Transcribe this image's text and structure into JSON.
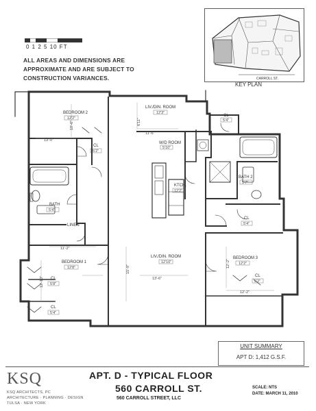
{
  "scale": {
    "ticks": "0 1 2    5     10 FT"
  },
  "notes": [
    "ALL AREAS AND DIMENSIONS ARE",
    "APPROXIMATE AND ARE SUBJECT TO",
    "CONSTRUCTION VARIANCES."
  ],
  "key_plan": {
    "label": "KEY PLAN",
    "street": "CARROLL ST."
  },
  "rooms": {
    "bedroom2": {
      "name": "BEDROOM 2",
      "size": "12'2\"",
      "dim_w": "13'-0\"",
      "dim_h": "10'-6\""
    },
    "living_top": {
      "name": "LIV./DIN. ROOM",
      "size": "12'3\"",
      "dim_w": "11'-6\"",
      "dim_h": "6'11\""
    },
    "wd_room": {
      "name": "W/D ROOM",
      "size": "5'10\""
    },
    "cl_top": {
      "name": "CL",
      "size": "5'4\""
    },
    "cl_bed2": {
      "name": "CL",
      "size": "5'2\""
    },
    "bath": {
      "name": "BATH",
      "size": "5'4\""
    },
    "linen": {
      "name": "LINEN"
    },
    "kitchen": {
      "name": "KTCH.",
      "size": "12'2\""
    },
    "bath2": {
      "name": "BATH 2",
      "size": "5'7\""
    },
    "bedroom1": {
      "name": "BEDROOM 1",
      "size": "12'8\"",
      "dim_w": "11'-2\"",
      "dim_h": "12'-10\""
    },
    "cl_b1a": {
      "name": "CL",
      "size": "5'8\""
    },
    "cl_b1b": {
      "name": "CL",
      "size": "5'4\""
    },
    "living_bottom": {
      "name": "LIV./DIN. ROOM",
      "size": "12'10\"",
      "dim_w": "13'-6\"",
      "dim_h": "15'-9\""
    },
    "bedroom3": {
      "name": "BEDROOM 3",
      "size": "12'2\"",
      "dim_w": "12'-2\"",
      "dim_h": "12'-2\""
    },
    "cl_b3a": {
      "name": "CL",
      "size": "5'4\""
    },
    "cl_b3b": {
      "name": "CL",
      "size": "5'2\""
    }
  },
  "summary": {
    "title": "UNIT SUMMARY",
    "line": "APT D: 1,412 G.S.F."
  },
  "firm": {
    "logo": "KSQ",
    "line1": "KSQ ARCHITECTS, PC",
    "line2": "ARCHITECTURE · PLANNING · DESIGN",
    "line3": "TULSA · NEW YORK"
  },
  "title_block": {
    "title": "APT. D - TYPICAL FLOOR",
    "address": "560 CARROLL ST.",
    "owner": "560 CARROLL STREET, LLC",
    "scale": "SCALE: NTS",
    "date": "DATE:   MARCH 11, 2010"
  }
}
